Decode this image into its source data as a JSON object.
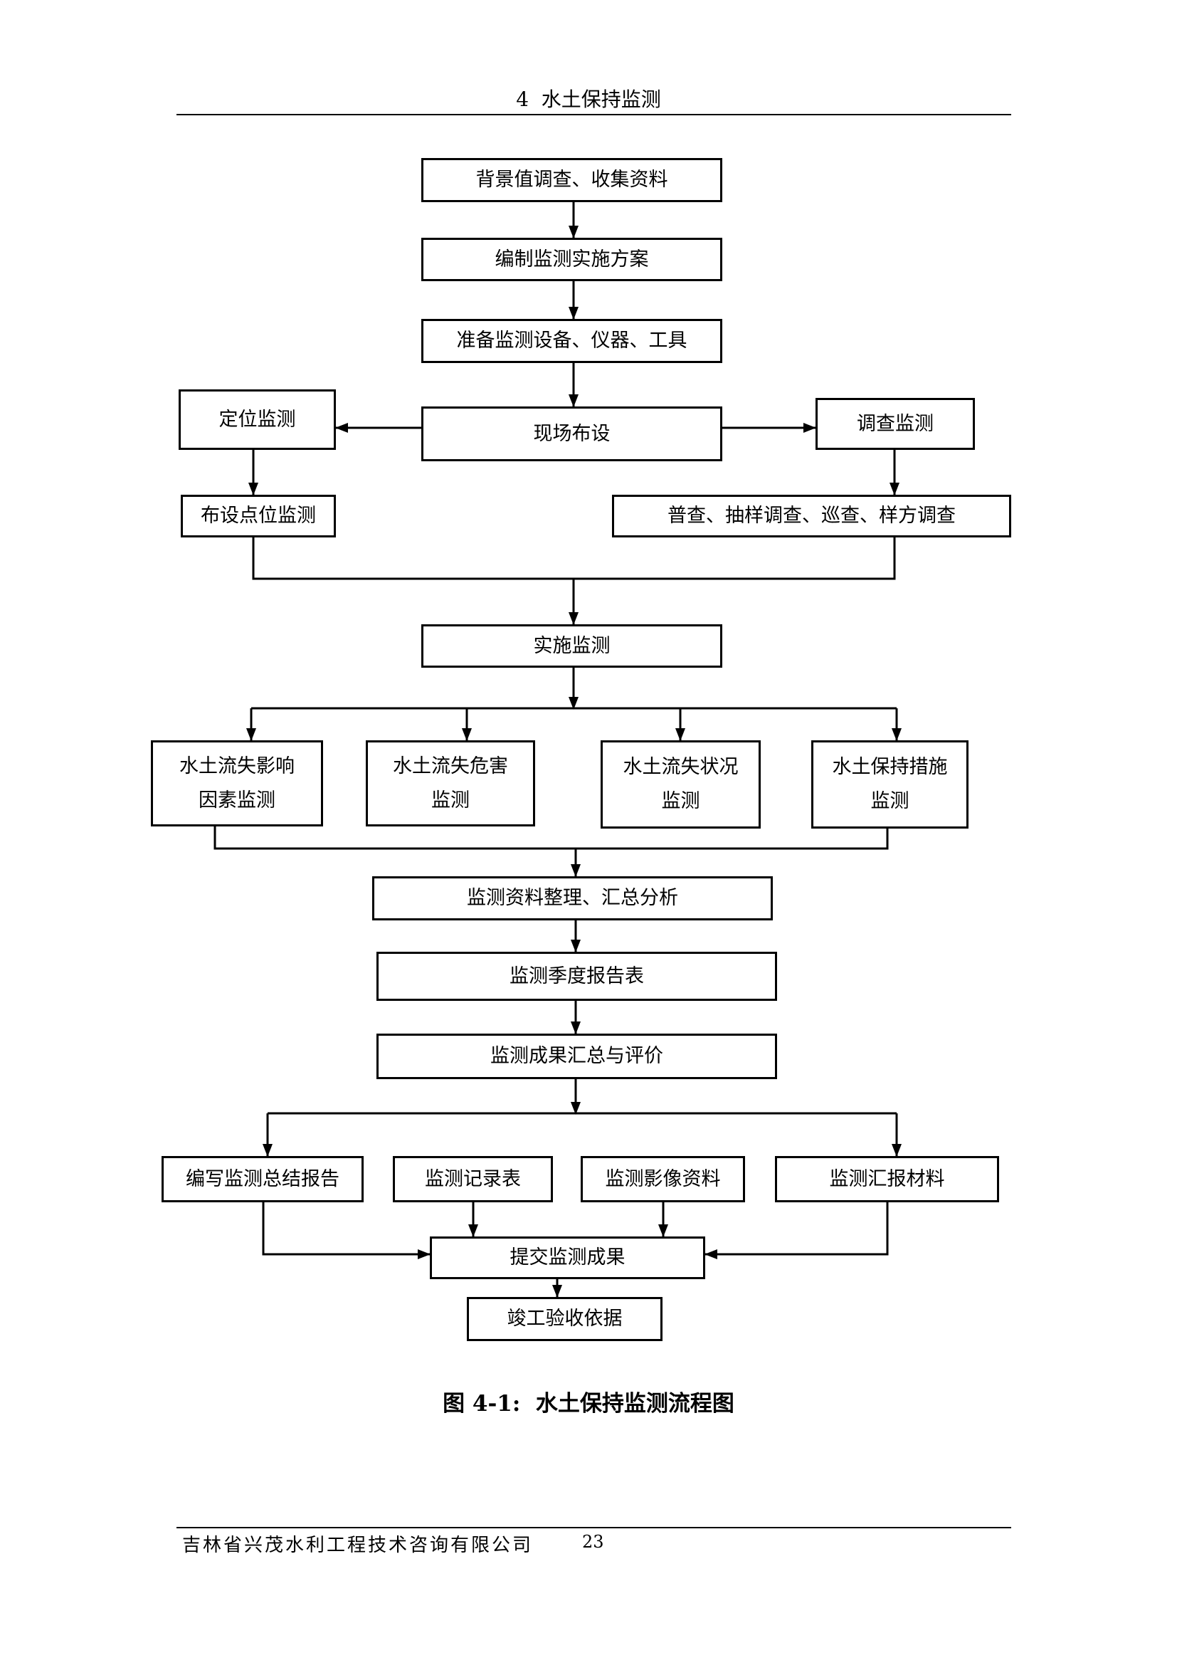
{
  "header": {
    "title": "4  水土保持监测"
  },
  "flowchart": {
    "background_survey": "背景值调查、收集资料",
    "compile_plan": "编制监测实施方案",
    "prepare_equipment": "准备监测设备、仪器、工具",
    "site_layout": "现场布设",
    "positioning_monitoring": "定位监测",
    "survey_monitoring": "调查监测",
    "point_monitoring": "布设点位监测",
    "census_survey": "普查、抽样调查、巡查、样方调查",
    "implement_monitoring": "实施监测",
    "influence_factor_monitoring": [
      "水土流失影响",
      "因素监测"
    ],
    "hazard_monitoring": [
      "水土流失危害",
      "监测"
    ],
    "status_monitoring": [
      "水土流失状况",
      "监测"
    ],
    "measure_monitoring": [
      "水土保持措施",
      "监测"
    ],
    "data_analysis": "监测资料整理、汇总分析",
    "quarterly_report": "监测季度报告表",
    "result_evaluation": "监测成果汇总与评价",
    "summary_report": "编写监测总结报告",
    "record_table": "监测记录表",
    "image_data": "监测影像资料",
    "report_material": "监测汇报材料",
    "submit_results": "提交监测成果",
    "acceptance_basis": "竣工验收依据"
  },
  "caption": "图 4-1:  水土保持监测流程图",
  "footer": {
    "company": "吉林省兴茂水利工程技术咨询有限公司",
    "page_number": "23"
  }
}
